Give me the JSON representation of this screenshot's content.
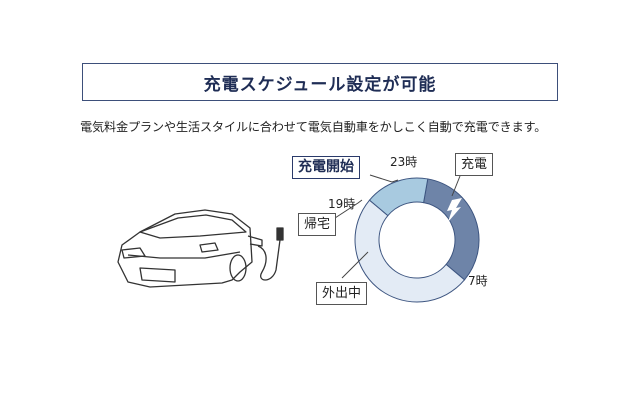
{
  "header": {
    "title": "充電スケジュール設定が可能"
  },
  "description": "電気料金プランや生活スタイルに合わせて電気自動車をかしこく自動で充電できます。",
  "chart_data": {
    "type": "pie",
    "title": "充電スケジュール",
    "unit": "hour-of-day (24h clock)",
    "segments": [
      {
        "name": "充電",
        "start": 23,
        "end": 7,
        "color": "#6e84a8"
      },
      {
        "name": "外出中",
        "start": 7,
        "end": 19,
        "color": "#e3ebf5"
      },
      {
        "name": "帰宅",
        "start": 19,
        "end": 23,
        "color": "#a8cae0"
      }
    ],
    "tick_labels": [
      "23時",
      "7時",
      "19時"
    ],
    "annotations": {
      "start": "充電開始",
      "charge": "充電",
      "out": "外出中",
      "home": "帰宅"
    }
  },
  "icons": {
    "bolt": "lightning-bolt-icon",
    "car": "car-illustration"
  }
}
